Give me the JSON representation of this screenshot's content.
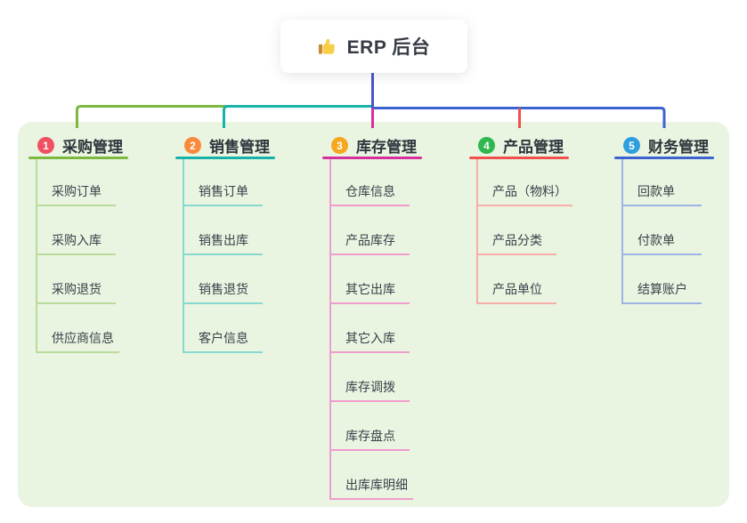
{
  "root": {
    "label": "ERP 后台",
    "icon": "thumbs-up-icon",
    "line_color": "#4a55c8",
    "card_bg": "#ffffff"
  },
  "panel_bg": "#e9f5e1",
  "branches": [
    {
      "num": "1",
      "title": "采购管理",
      "color": "#7cb93e",
      "light_color": "#b9dc9c",
      "badge_color": "#f05062",
      "children": [
        "采购订单",
        "采购入库",
        "采购退货",
        "供应商信息"
      ]
    },
    {
      "num": "2",
      "title": "销售管理",
      "color": "#17b3aa",
      "light_color": "#86d8d0",
      "badge_color": "#f98a3c",
      "children": [
        "销售订单",
        "销售出库",
        "销售退货",
        "客户信息"
      ]
    },
    {
      "num": "3",
      "title": "库存管理",
      "color": "#d6309c",
      "light_color": "#f09ccd",
      "badge_color": "#f6a71f",
      "children": [
        "仓库信息",
        "产品库存",
        "其它出库",
        "其它入库",
        "库存调拨",
        "库存盘点",
        "出库库明细"
      ]
    },
    {
      "num": "4",
      "title": "产品管理",
      "color": "#f0504e",
      "light_color": "#f7aeab",
      "badge_color": "#2eb84e",
      "children": [
        "产品（物料）",
        "产品分类",
        "产品单位"
      ]
    },
    {
      "num": "5",
      "title": "财务管理",
      "color": "#3c63cf",
      "light_color": "#9fb4e6",
      "badge_color": "#2d9fdf",
      "children": [
        "回款单",
        "付款单",
        "结算账户"
      ]
    }
  ]
}
